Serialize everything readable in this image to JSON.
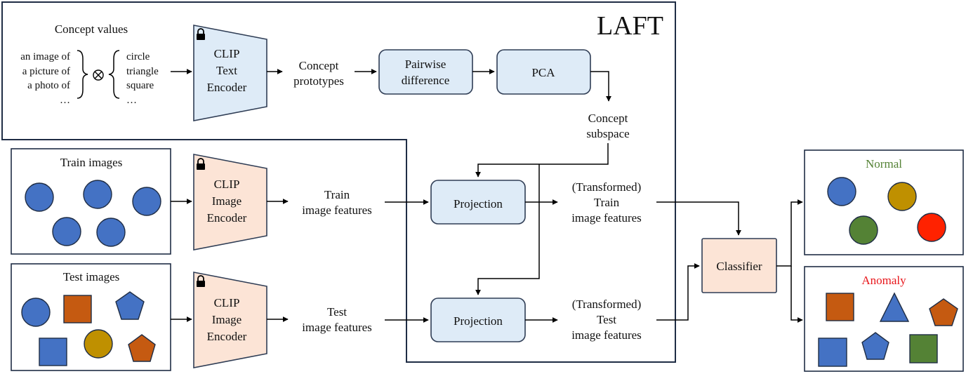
{
  "laft": {
    "title": "LAFT"
  },
  "concept": {
    "title": "Concept values",
    "templates": [
      "an image of",
      "a picture of",
      "a photo of",
      "…"
    ],
    "shapes": [
      "circle",
      "triangle",
      "square",
      "…"
    ],
    "operator": "⊗"
  },
  "encoders": {
    "text": [
      "CLIP",
      "Text",
      "Encoder"
    ],
    "image_train": [
      "CLIP",
      "Image",
      "Encoder"
    ],
    "image_test": [
      "CLIP",
      "Image",
      "Encoder"
    ]
  },
  "labels": {
    "concept_prototypes": [
      "Concept",
      "prototypes"
    ],
    "pairwise": [
      "Pairwise",
      "difference"
    ],
    "pca": "PCA",
    "concept_subspace": [
      "Concept",
      "subspace"
    ],
    "train_features": [
      "Train",
      "image features"
    ],
    "test_features": [
      "Test",
      "image features"
    ],
    "projection_train": "Projection",
    "projection_test": "Projection",
    "transformed_train": [
      "(Transformed)",
      "Train",
      "image features"
    ],
    "transformed_test": [
      "(Transformed)",
      "Test",
      "image features"
    ],
    "classifier": "Classifier"
  },
  "panels": {
    "train_images": "Train images",
    "test_images": "Test images",
    "normal": "Normal",
    "anomaly": "Anomaly"
  },
  "colors": {
    "blue_box": "#deebf7",
    "peach_box": "#fce4d6",
    "shape_blue": "#4472c4",
    "shape_orange": "#c55a11",
    "shape_gold": "#bf9000",
    "shape_green": "#548235",
    "shape_red": "#ff2200",
    "normal_text": "#548235",
    "anomaly_text": "#e8161b"
  },
  "icons": [
    "lock-icon",
    "tensor-product-icon",
    "arrow-icon"
  ]
}
